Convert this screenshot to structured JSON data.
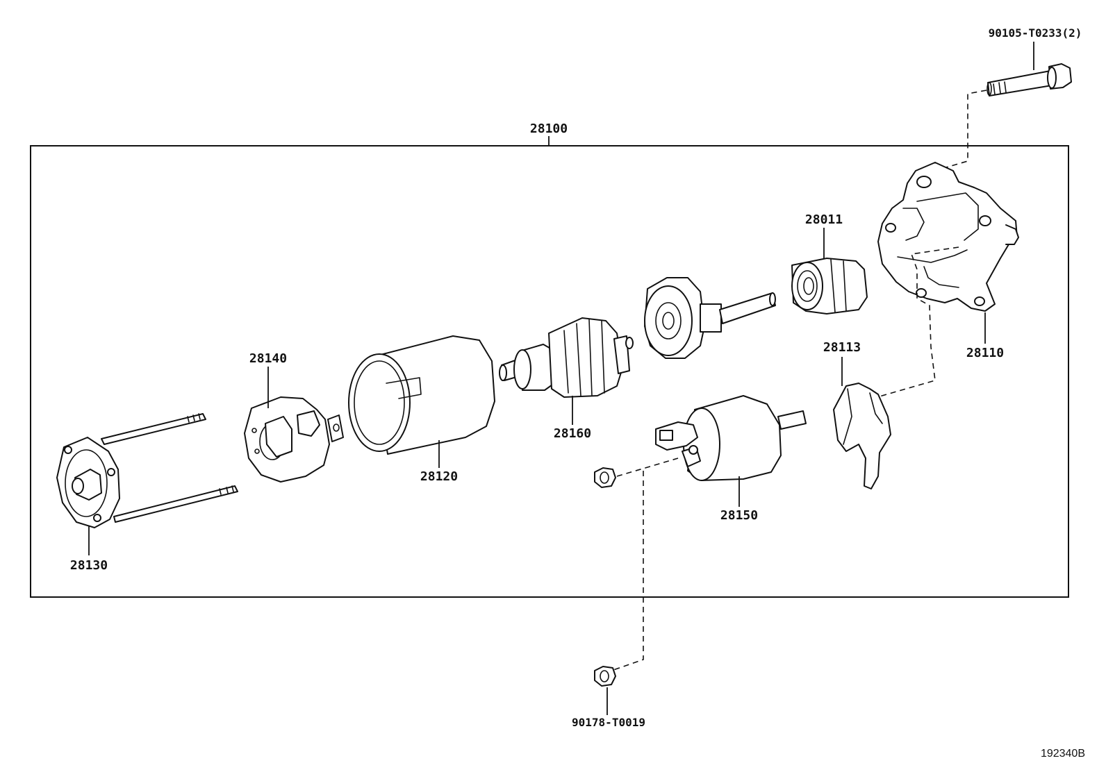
{
  "assembly": {
    "label": "28100"
  },
  "parts": {
    "bolt": "90105-T0233(2)",
    "pinion_clutch": "28011",
    "drive_housing": "28110",
    "lever": "28113",
    "brush_holder": "28140",
    "yoke": "28120",
    "armature": "28160",
    "end_frame": "28130",
    "solenoid": "28150",
    "nut": "90178-T0019"
  },
  "figure_code": "192340B"
}
